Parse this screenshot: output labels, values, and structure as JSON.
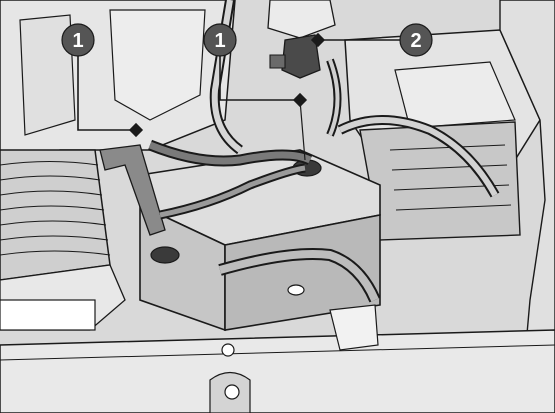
{
  "callouts": [
    {
      "label": "1"
    },
    {
      "label": "1"
    },
    {
      "label": "2"
    }
  ],
  "colors": {
    "background": "#ffffff",
    "line_art": "#1a1a1a",
    "shade_light": "#e2e2e2",
    "shade_mid": "#c4c4c4",
    "shade_dark": "#6e6e6e",
    "callout_fill": "#555555"
  }
}
